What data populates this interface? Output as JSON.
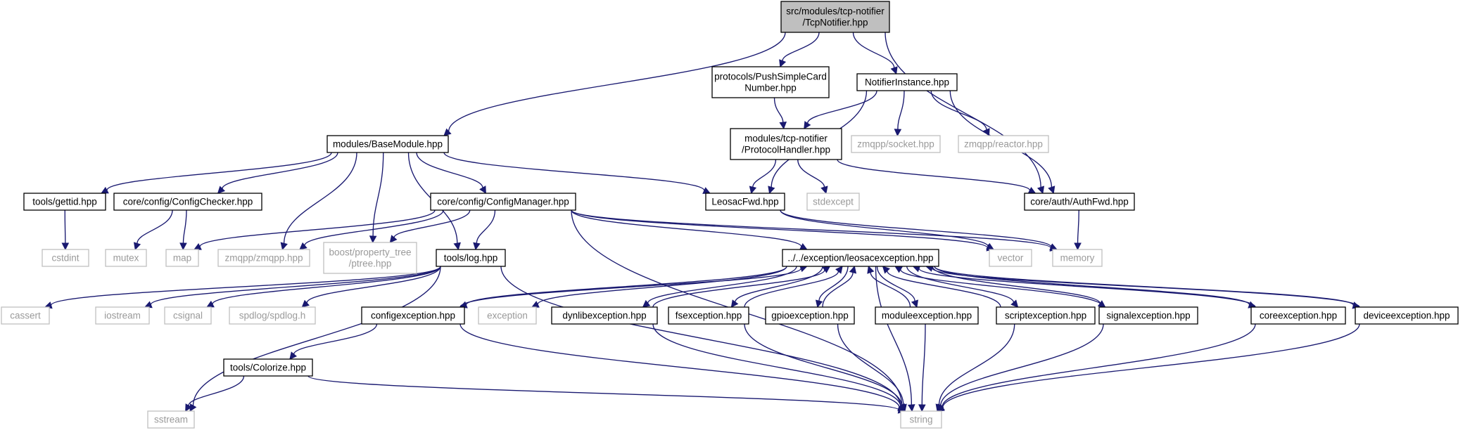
{
  "diagram": {
    "colors": {
      "edge": "#191970",
      "focus_fill": "#bfbfbf",
      "focus_border": "#000000",
      "documented_border": "#000000",
      "external_border": "#bfbfbf",
      "external_text": "#9a9a9a"
    },
    "nodes": {
      "tcpnotifier": {
        "lines": [
          "src/modules/tcp-notifier",
          "/TcpNotifier.hpp"
        ],
        "kind": "focus"
      },
      "pushsimple": {
        "lines": [
          "protocols/PushSimpleCard",
          "Number.hpp"
        ],
        "kind": "documented"
      },
      "notifierinstance": {
        "lines": [
          "NotifierInstance.hpp"
        ],
        "kind": "documented"
      },
      "basemodule": {
        "lines": [
          "modules/BaseModule.hpp"
        ],
        "kind": "documented"
      },
      "protocolhandler": {
        "lines": [
          "modules/tcp-notifier",
          "/ProtocolHandler.hpp"
        ],
        "kind": "documented"
      },
      "zmqsocket": {
        "lines": [
          "zmqpp/socket.hpp"
        ],
        "kind": "external"
      },
      "zmqreactor": {
        "lines": [
          "zmqpp/reactor.hpp"
        ],
        "kind": "external"
      },
      "gettid": {
        "lines": [
          "tools/gettid.hpp"
        ],
        "kind": "documented"
      },
      "configchecker": {
        "lines": [
          "core/config/ConfigChecker.hpp"
        ],
        "kind": "documented"
      },
      "configmanager": {
        "lines": [
          "core/config/ConfigManager.hpp"
        ],
        "kind": "documented"
      },
      "leosacfwd": {
        "lines": [
          "LeosacFwd.hpp"
        ],
        "kind": "documented"
      },
      "stdexcept": {
        "lines": [
          "stdexcept"
        ],
        "kind": "external"
      },
      "authfwd": {
        "lines": [
          "core/auth/AuthFwd.hpp"
        ],
        "kind": "documented"
      },
      "cstdint": {
        "lines": [
          "cstdint"
        ],
        "kind": "external"
      },
      "mutex": {
        "lines": [
          "mutex"
        ],
        "kind": "external"
      },
      "map": {
        "lines": [
          "map"
        ],
        "kind": "external"
      },
      "zmqpp": {
        "lines": [
          "zmqpp/zmqpp.hpp"
        ],
        "kind": "external"
      },
      "ptree": {
        "lines": [
          "boost/property_tree",
          "/ptree.hpp"
        ],
        "kind": "external"
      },
      "log": {
        "lines": [
          "tools/log.hpp"
        ],
        "kind": "documented"
      },
      "leosacexception": {
        "lines": [
          "../../exception/leosacexception.hpp"
        ],
        "kind": "documented"
      },
      "vector": {
        "lines": [
          "vector"
        ],
        "kind": "external"
      },
      "memory": {
        "lines": [
          "memory"
        ],
        "kind": "external"
      },
      "cassert": {
        "lines": [
          "cassert"
        ],
        "kind": "external"
      },
      "iostream": {
        "lines": [
          "iostream"
        ],
        "kind": "external"
      },
      "csignal": {
        "lines": [
          "csignal"
        ],
        "kind": "external"
      },
      "spdlog": {
        "lines": [
          "spdlog/spdlog.h"
        ],
        "kind": "external"
      },
      "configexception": {
        "lines": [
          "configexception.hpp"
        ],
        "kind": "documented"
      },
      "exception": {
        "lines": [
          "exception"
        ],
        "kind": "external"
      },
      "dynlibexception": {
        "lines": [
          "dynlibexception.hpp"
        ],
        "kind": "documented"
      },
      "fsexception": {
        "lines": [
          "fsexception.hpp"
        ],
        "kind": "documented"
      },
      "gpioexception": {
        "lines": [
          "gpioexception.hpp"
        ],
        "kind": "documented"
      },
      "moduleexception": {
        "lines": [
          "moduleexception.hpp"
        ],
        "kind": "documented"
      },
      "scriptexception": {
        "lines": [
          "scriptexception.hpp"
        ],
        "kind": "documented"
      },
      "signalexception": {
        "lines": [
          "signalexception.hpp"
        ],
        "kind": "documented"
      },
      "coreexception": {
        "lines": [
          "coreexception.hpp"
        ],
        "kind": "documented"
      },
      "deviceexception": {
        "lines": [
          "deviceexception.hpp"
        ],
        "kind": "documented"
      },
      "colorize": {
        "lines": [
          "tools/Colorize.hpp"
        ],
        "kind": "documented"
      },
      "sstream": {
        "lines": [
          "sstream"
        ],
        "kind": "external"
      },
      "string": {
        "lines": [
          "string"
        ],
        "kind": "external"
      }
    },
    "edges": [
      [
        "tcpnotifier",
        "basemodule"
      ],
      [
        "tcpnotifier",
        "pushsimple"
      ],
      [
        "tcpnotifier",
        "notifierinstance"
      ],
      [
        "tcpnotifier",
        "authfwd"
      ],
      [
        "pushsimple",
        "protocolhandler"
      ],
      [
        "notifierinstance",
        "leosacfwd"
      ],
      [
        "notifierinstance",
        "protocolhandler"
      ],
      [
        "notifierinstance",
        "zmqsocket"
      ],
      [
        "notifierinstance",
        "zmqreactor"
      ],
      [
        "notifierinstance",
        "authfwd"
      ],
      [
        "basemodule",
        "gettid"
      ],
      [
        "basemodule",
        "configchecker"
      ],
      [
        "basemodule",
        "zmqpp"
      ],
      [
        "basemodule",
        "ptree"
      ],
      [
        "basemodule",
        "log"
      ],
      [
        "basemodule",
        "configmanager"
      ],
      [
        "basemodule",
        "leosacfwd"
      ],
      [
        "protocolhandler",
        "leosacfwd"
      ],
      [
        "protocolhandler",
        "stdexcept"
      ],
      [
        "protocolhandler",
        "authfwd"
      ],
      [
        "gettid",
        "cstdint"
      ],
      [
        "configchecker",
        "mutex"
      ],
      [
        "configchecker",
        "map"
      ],
      [
        "configmanager",
        "map"
      ],
      [
        "configmanager",
        "zmqpp"
      ],
      [
        "configmanager",
        "ptree"
      ],
      [
        "configmanager",
        "log"
      ],
      [
        "configmanager",
        "leosacexception"
      ],
      [
        "configmanager",
        "vector"
      ],
      [
        "configmanager",
        "memory"
      ],
      [
        "configmanager",
        "string"
      ],
      [
        "leosacfwd",
        "vector"
      ],
      [
        "leosacfwd",
        "memory"
      ],
      [
        "authfwd",
        "memory"
      ],
      [
        "log",
        "cassert"
      ],
      [
        "log",
        "iostream"
      ],
      [
        "log",
        "csignal"
      ],
      [
        "log",
        "spdlog"
      ],
      [
        "log",
        "sstream"
      ],
      [
        "log",
        "string"
      ],
      [
        "leosacexception",
        "exception"
      ],
      [
        "leosacexception",
        "string"
      ],
      [
        "configexception",
        "leosacexception"
      ],
      [
        "configexception",
        "colorize"
      ],
      [
        "configexception",
        "string"
      ],
      [
        "dynlibexception",
        "leosacexception"
      ],
      [
        "dynlibexception",
        "string"
      ],
      [
        "fsexception",
        "leosacexception"
      ],
      [
        "fsexception",
        "string"
      ],
      [
        "gpioexception",
        "leosacexception"
      ],
      [
        "gpioexception",
        "string"
      ],
      [
        "moduleexception",
        "leosacexception"
      ],
      [
        "moduleexception",
        "string"
      ],
      [
        "scriptexception",
        "leosacexception"
      ],
      [
        "scriptexception",
        "string"
      ],
      [
        "signalexception",
        "leosacexception"
      ],
      [
        "signalexception",
        "string"
      ],
      [
        "coreexception",
        "leosacexception"
      ],
      [
        "coreexception",
        "string"
      ],
      [
        "deviceexception",
        "leosacexception"
      ],
      [
        "deviceexception",
        "string"
      ],
      [
        "colorize",
        "sstream"
      ],
      [
        "colorize",
        "string"
      ],
      [
        "leosacexception",
        "configexception"
      ],
      [
        "leosacexception",
        "dynlibexception"
      ],
      [
        "leosacexception",
        "fsexception"
      ],
      [
        "leosacexception",
        "gpioexception"
      ],
      [
        "leosacexception",
        "moduleexception"
      ],
      [
        "leosacexception",
        "scriptexception"
      ],
      [
        "leosacexception",
        "signalexception"
      ],
      [
        "leosacexception",
        "coreexception"
      ],
      [
        "leosacexception",
        "deviceexception"
      ]
    ]
  }
}
